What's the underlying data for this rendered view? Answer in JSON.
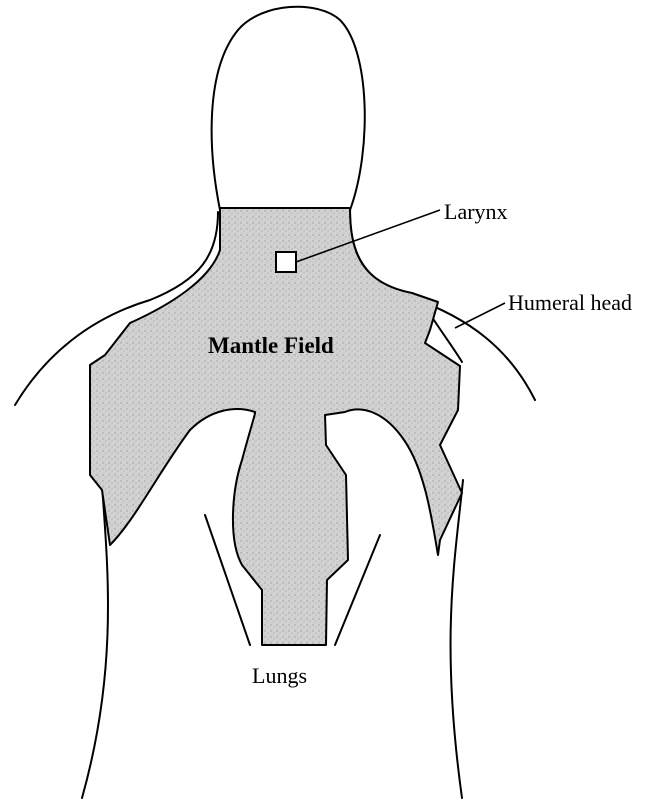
{
  "labels": {
    "larynx": "Larynx",
    "humeral_head": "Humeral head",
    "mantle_field": "Mantle Field",
    "lungs": "Lungs"
  },
  "colors": {
    "field_fill": "#d2d2d2",
    "line": "#000000",
    "background": "#ffffff"
  }
}
